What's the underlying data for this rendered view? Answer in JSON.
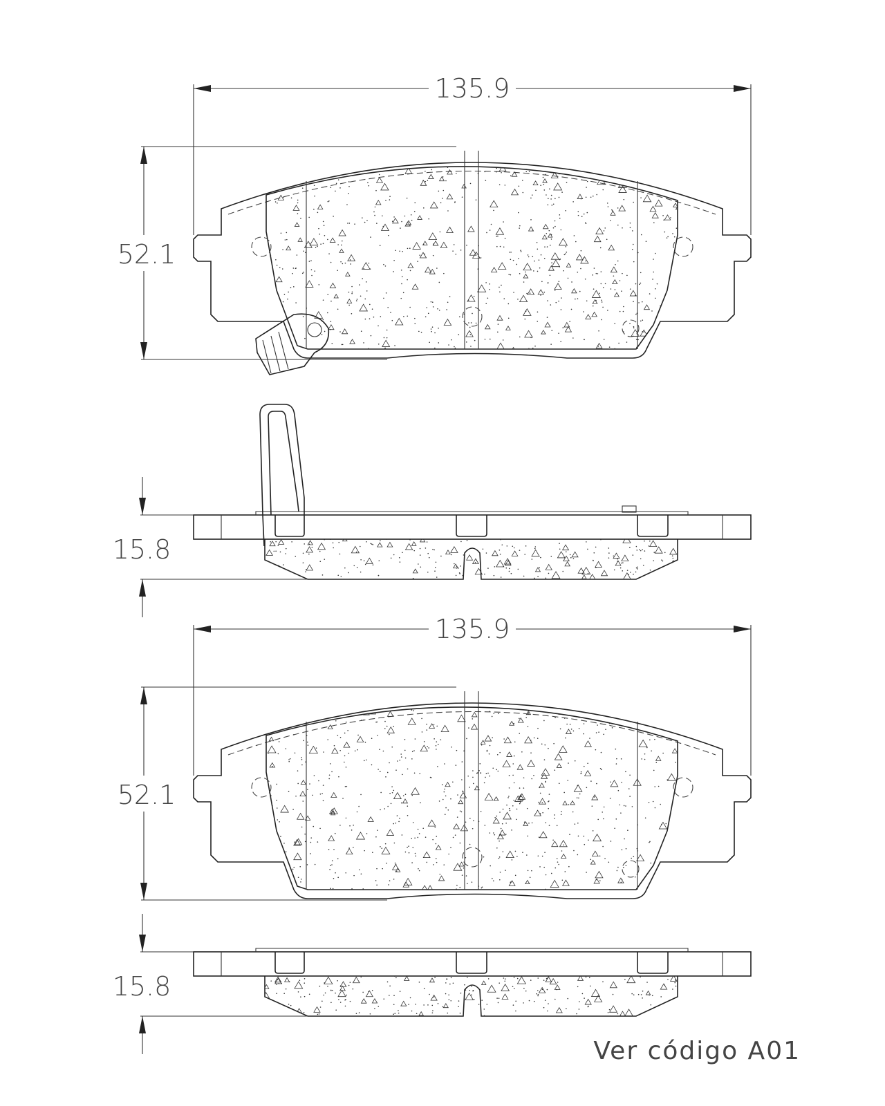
{
  "drawing": {
    "top_view_1": {
      "width_label": "135.9",
      "height_label": "52.1"
    },
    "side_view_1": {
      "thickness_label": "15.8"
    },
    "top_view_2": {
      "width_label": "135.9",
      "height_label": "52.1"
    },
    "side_view_2": {
      "thickness_label": "15.8"
    },
    "footer_note": "Ver código A01"
  }
}
